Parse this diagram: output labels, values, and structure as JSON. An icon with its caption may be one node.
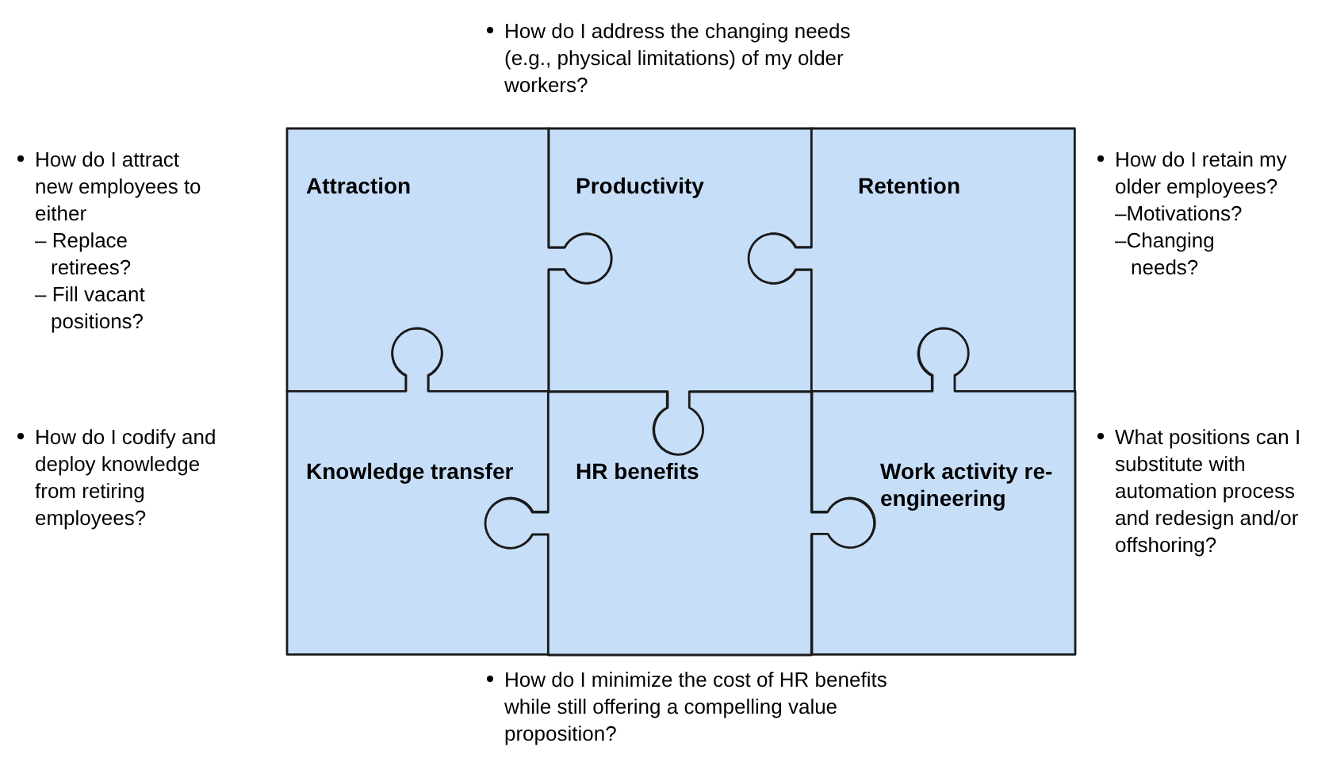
{
  "diagram": {
    "nodes": [
      {
        "text": [
          "Attraction"
        ]
      },
      {
        "text": [
          "Productivity"
        ]
      },
      {
        "text": [
          "Retention"
        ]
      },
      {
        "text": [
          "Knowledge transfer"
        ]
      },
      {
        "text": [
          "HR benefits"
        ]
      },
      {
        "text": [
          "Work activity re-engineering"
        ]
      }
    ],
    "labels": [
      "How do I address the changing needs (e.g., physical limitations) of my older workers?",
      "How do I attract new employees to either",
      "– Replace retirees?",
      "– Fill vacant positions?",
      "How do I retain my older employees?",
      "–Motivations?",
      "–Changing needs?",
      "How do I codify and deploy knowledge from retiring employees?",
      "What positions can I substitute with automation process and redesign and/or offshoring?",
      "How do I minimize the cost of HR benefits while still offering a compelling value proposition?"
    ]
  }
}
